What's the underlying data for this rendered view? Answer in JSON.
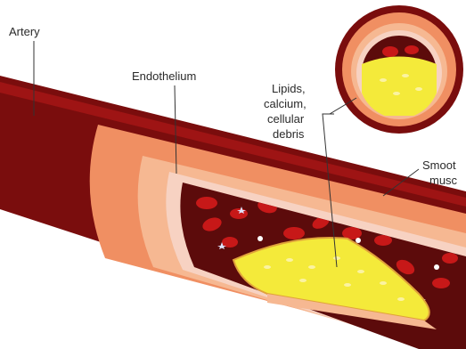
{
  "labels": {
    "artery": "Artery",
    "endothelium": "Endothelium",
    "lipids": [
      "Lipids,",
      "calcium,",
      "cellular",
      "debris"
    ],
    "smooth_muscle": [
      "Smoot",
      "musc"
    ]
  },
  "colors": {
    "artery_dark": "#7a0d0d",
    "artery_mid": "#9e1414",
    "muscle_orange": "#f08f62",
    "muscle_light": "#f6b892",
    "endothelium": "#f7d2c2",
    "lumen": "#5c0b0b",
    "plaque": "#f4ea3a",
    "plaque_light": "#fbf3a2",
    "rbc": "#c71818"
  }
}
